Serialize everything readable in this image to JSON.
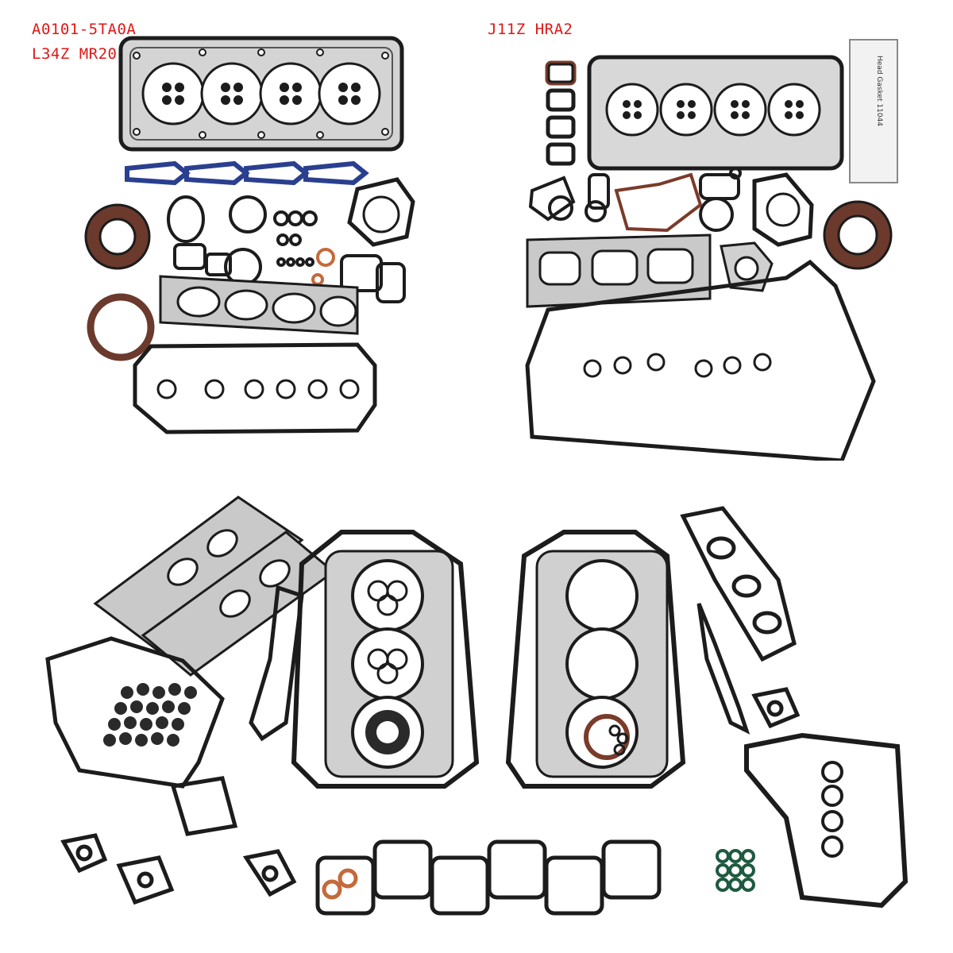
{
  "labels": {
    "kit_1_part_number": "A0101-5TA0A",
    "kit_1_engine_codes": "L34Z MR20",
    "kit_2_engine_codes": "J11Z HRA2"
  },
  "package_box": {
    "text": "Head Gasket 11044"
  },
  "colors": {
    "label_red": "#e01818",
    "gasket_black": "#1c1c1c",
    "steel_gray": "#c9c9c9",
    "seal_brown": "#7a3b2a",
    "blue_gasket": "#2a3f8f",
    "copper": "#c46a3a",
    "green_oring": "#1e5a40"
  }
}
